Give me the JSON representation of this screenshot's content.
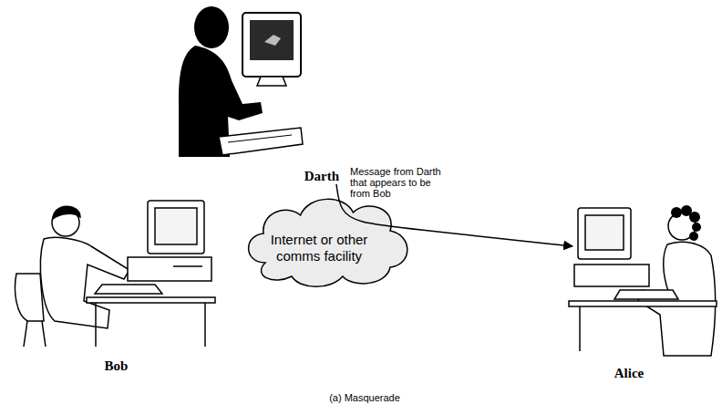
{
  "diagram": {
    "caption": "(a) Masquerade",
    "nodes": [
      {
        "text": [
          "Darth"
        ]
      },
      {
        "text": [
          "Bob"
        ]
      },
      {
        "text": [
          "Internet or other comms facility"
        ]
      },
      {
        "text": [
          "Alice"
        ]
      }
    ],
    "edges": [
      {
        "from": 0,
        "to": 3,
        "arrow": "to",
        "label": "Message from Darth that appears to be from Bob"
      }
    ]
  }
}
